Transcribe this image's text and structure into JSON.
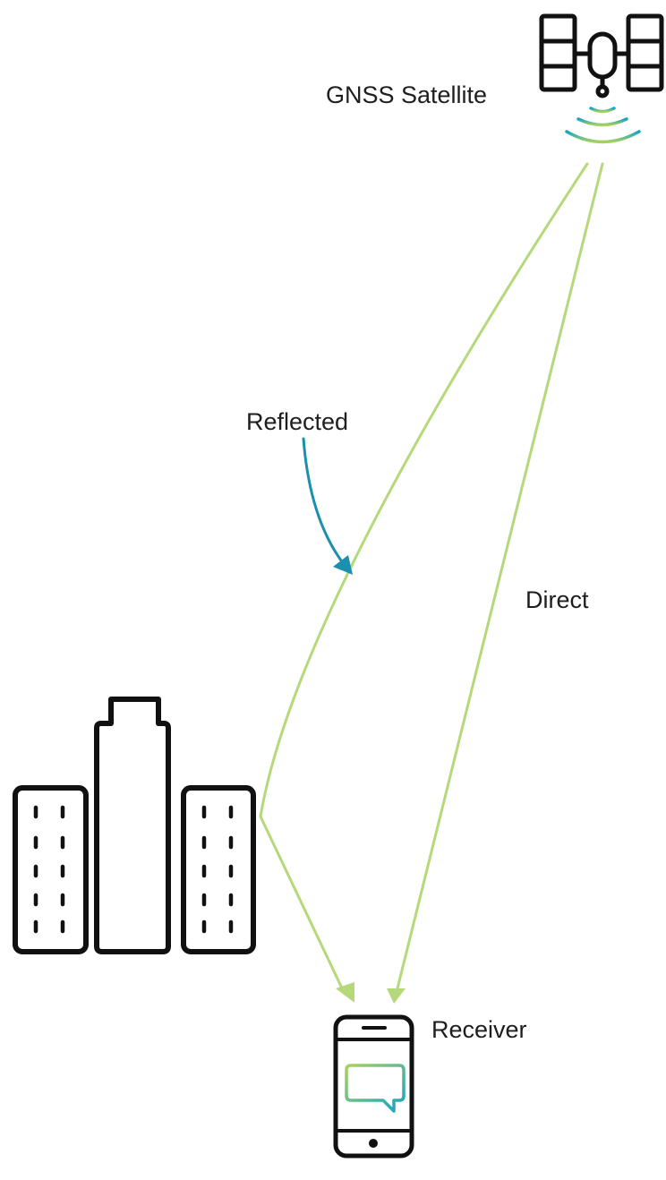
{
  "labels": {
    "satellite": "GNSS Satellite",
    "reflected": "Reflected",
    "direct": "Direct",
    "receiver": "Receiver"
  },
  "colors": {
    "signal_path": "#b5d97a",
    "reflected_arrow": "#1a8fb0",
    "outline": "#111111",
    "gradient_top": "#a8d25a",
    "gradient_bottom": "#14a3c7"
  },
  "icons": {
    "satellite": "satellite-icon",
    "buildings": "buildings-icon",
    "receiver": "smartphone-icon",
    "message": "chat-bubble-icon"
  }
}
